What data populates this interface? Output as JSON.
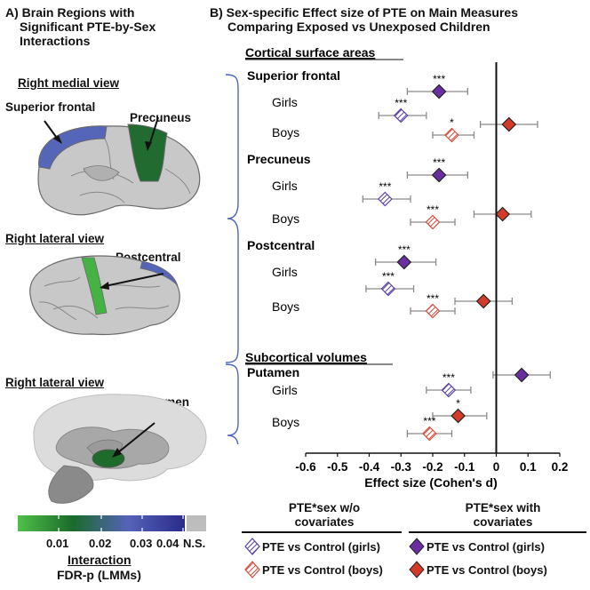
{
  "panel_a": {
    "title_line1": "A) Brain Regions with",
    "title_line2": "Significant PTE-by-Sex",
    "title_line3": "Interactions",
    "view1_title": "Right medial view",
    "view1_label_a": "Superior frontal",
    "view1_label_b": "Precuneus",
    "view2_title": "Right lateral view",
    "view2_label": "Postcentral",
    "view3_title": "Right lateral view",
    "view3_label": "Putamen",
    "colorbar": {
      "ticks": [
        "0.01",
        "0.02",
        "0.03",
        "0.04",
        "N.S."
      ],
      "label_line1": "Interaction",
      "label_line2": "FDR-p (LMMs)",
      "colors": [
        "#4fc04a",
        "#1a6b2a",
        "#5563b8",
        "#2a2b8a",
        "#bdbdbd"
      ]
    }
  },
  "panel_b": {
    "title_line1": "B) Sex-specific Effect size of PTE on Main Measures",
    "title_line2": "Comparing Exposed vs Unexposed Children",
    "section1": "Cortical surface areas",
    "section2": "Subcortical volumes",
    "sig_marker": "***"
  },
  "legend": {
    "header_left_line1": "PTE*sex w/o",
    "header_left_line2": "covariates",
    "header_right_line1": "PTE*sex with",
    "header_right_line2": "covariates",
    "items": [
      {
        "label": "PTE vs Control (girls)",
        "style": "hatched-purple"
      },
      {
        "label": "PTE vs Control (boys)",
        "style": "hatched-red"
      },
      {
        "label": "PTE vs Control (girls)",
        "style": "solid-purple"
      },
      {
        "label": "PTE vs Control (boys)",
        "style": "solid-red"
      }
    ]
  },
  "chart_data": {
    "type": "scatter",
    "title": "Sex-specific Effect size of PTE on Main Measures Comparing Exposed vs Unexposed Children",
    "xlabel": "Effect size (Cohen's d)",
    "xlim": [
      -0.6,
      0.2
    ],
    "xticks": [
      "-0.6",
      "-0.5",
      "-0.4",
      "-0.3",
      "-0.2",
      "-0.1",
      "0",
      "0.1",
      "0.2"
    ],
    "xtick_values": [
      -0.6,
      -0.5,
      -0.4,
      -0.3,
      -0.2,
      -0.1,
      0,
      0.1,
      0.2
    ],
    "groups": [
      {
        "name": "Superior frontal",
        "rows": [
          {
            "label": "Girls",
            "points": [
              {
                "series": "PTE*sex with covariates",
                "sex": "girls",
                "est": -0.18,
                "lo": -0.28,
                "hi": -0.09,
                "sig": "***"
              },
              {
                "series": "PTE*sex w/o covariates",
                "sex": "girls",
                "est": -0.3,
                "lo": -0.37,
                "hi": -0.22,
                "sig": "***"
              }
            ]
          },
          {
            "label": "Boys",
            "points": [
              {
                "series": "PTE*sex with covariates",
                "sex": "boys",
                "est": 0.04,
                "lo": -0.05,
                "hi": 0.13,
                "sig": ""
              },
              {
                "series": "PTE*sex w/o covariates",
                "sex": "boys",
                "est": -0.14,
                "lo": -0.2,
                "hi": -0.07,
                "sig": "*"
              }
            ]
          }
        ]
      },
      {
        "name": "Precuneus",
        "rows": [
          {
            "label": "Girls",
            "points": [
              {
                "series": "PTE*sex with covariates",
                "sex": "girls",
                "est": -0.18,
                "lo": -0.28,
                "hi": -0.09,
                "sig": "***"
              },
              {
                "series": "PTE*sex w/o covariates",
                "sex": "girls",
                "est": -0.35,
                "lo": -0.42,
                "hi": -0.27,
                "sig": "***"
              }
            ]
          },
          {
            "label": "Boys",
            "points": [
              {
                "series": "PTE*sex with covariates",
                "sex": "boys",
                "est": 0.02,
                "lo": -0.07,
                "hi": 0.11,
                "sig": ""
              },
              {
                "series": "PTE*sex w/o covariates",
                "sex": "boys",
                "est": -0.2,
                "lo": -0.27,
                "hi": -0.13,
                "sig": "***"
              }
            ]
          }
        ]
      },
      {
        "name": "Postcentral",
        "rows": [
          {
            "label": "Girls",
            "points": [
              {
                "series": "PTE*sex with covariates",
                "sex": "girls",
                "est": -0.29,
                "lo": -0.38,
                "hi": -0.19,
                "sig": "***"
              },
              {
                "series": "PTE*sex w/o covariates",
                "sex": "girls",
                "est": -0.34,
                "lo": -0.41,
                "hi": -0.26,
                "sig": "***"
              }
            ]
          },
          {
            "label": "Boys",
            "points": [
              {
                "series": "PTE*sex with covariates",
                "sex": "boys",
                "est": -0.04,
                "lo": -0.13,
                "hi": 0.05,
                "sig": ""
              },
              {
                "series": "PTE*sex w/o covariates",
                "sex": "boys",
                "est": -0.2,
                "lo": -0.27,
                "hi": -0.13,
                "sig": "***"
              }
            ]
          }
        ]
      },
      {
        "name": "Putamen",
        "rows": [
          {
            "label": "Girls",
            "points": [
              {
                "series": "PTE*sex with covariates",
                "sex": "girls",
                "est": 0.08,
                "lo": -0.01,
                "hi": 0.17,
                "sig": ""
              },
              {
                "series": "PTE*sex w/o covariates",
                "sex": "girls",
                "est": -0.15,
                "lo": -0.22,
                "hi": -0.08,
                "sig": "***"
              }
            ]
          },
          {
            "label": "Boys",
            "points": [
              {
                "series": "PTE*sex with covariates",
                "sex": "boys",
                "est": -0.12,
                "lo": -0.2,
                "hi": -0.03,
                "sig": "*"
              },
              {
                "series": "PTE*sex w/o covariates",
                "sex": "boys",
                "est": -0.21,
                "lo": -0.28,
                "hi": -0.14,
                "sig": "***"
              }
            ]
          }
        ]
      }
    ],
    "colors": {
      "girls": "#6a2ea0",
      "boys": "#d43a2a",
      "hatched_girls_stroke": "#5a3ea8",
      "hatched_boys_stroke": "#d64a3a"
    }
  }
}
